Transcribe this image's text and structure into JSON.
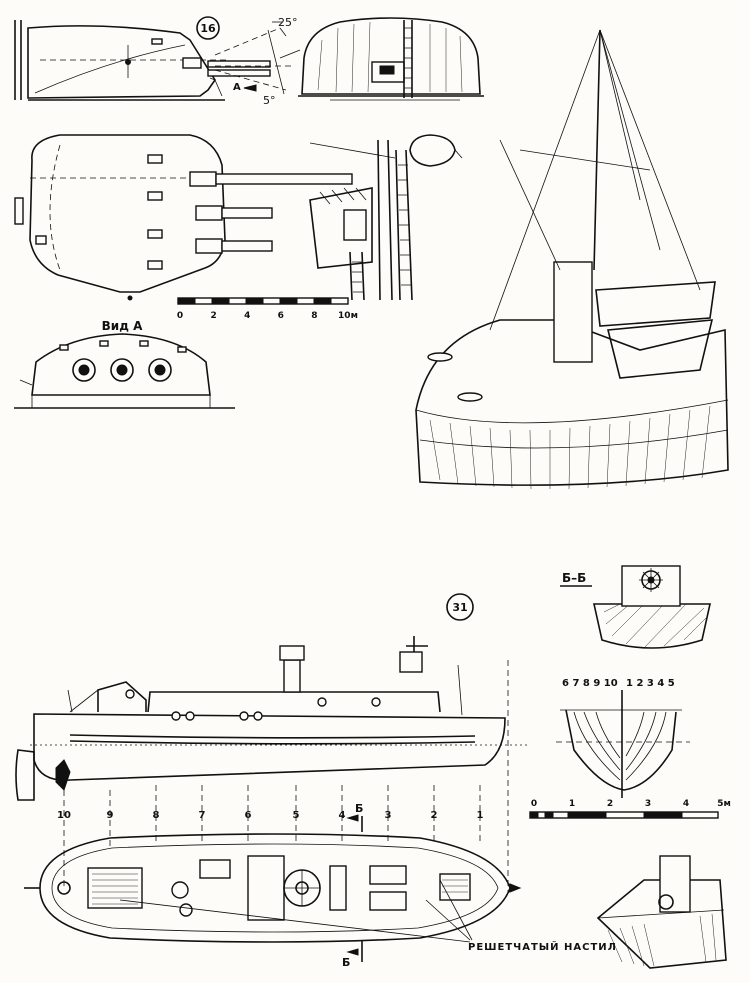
{
  "figures": {
    "turret_number": "16",
    "boat_number": "31"
  },
  "turret": {
    "elevation_angle": "25°",
    "depression_angle": "5°",
    "arrow_label": "А",
    "view_label": "Вид А",
    "scale": {
      "ticks": [
        "0",
        "2",
        "4",
        "6",
        "8",
        "10м"
      ]
    }
  },
  "boat": {
    "section_marker": "Б",
    "section_label": "Б–Б",
    "station_numbers": [
      "10",
      "9",
      "8",
      "7",
      "6",
      "5",
      "4",
      "3",
      "2",
      "1"
    ],
    "body_plan_left": "6 7 8 9 10",
    "body_plan_right": "1 2 3 4 5",
    "scale": {
      "ticks": [
        "0",
        "1",
        "2",
        "3",
        "4",
        "5м"
      ]
    },
    "deck_callout": "РЕШЕТЧАТЫЙ    НАСТИЛ"
  }
}
